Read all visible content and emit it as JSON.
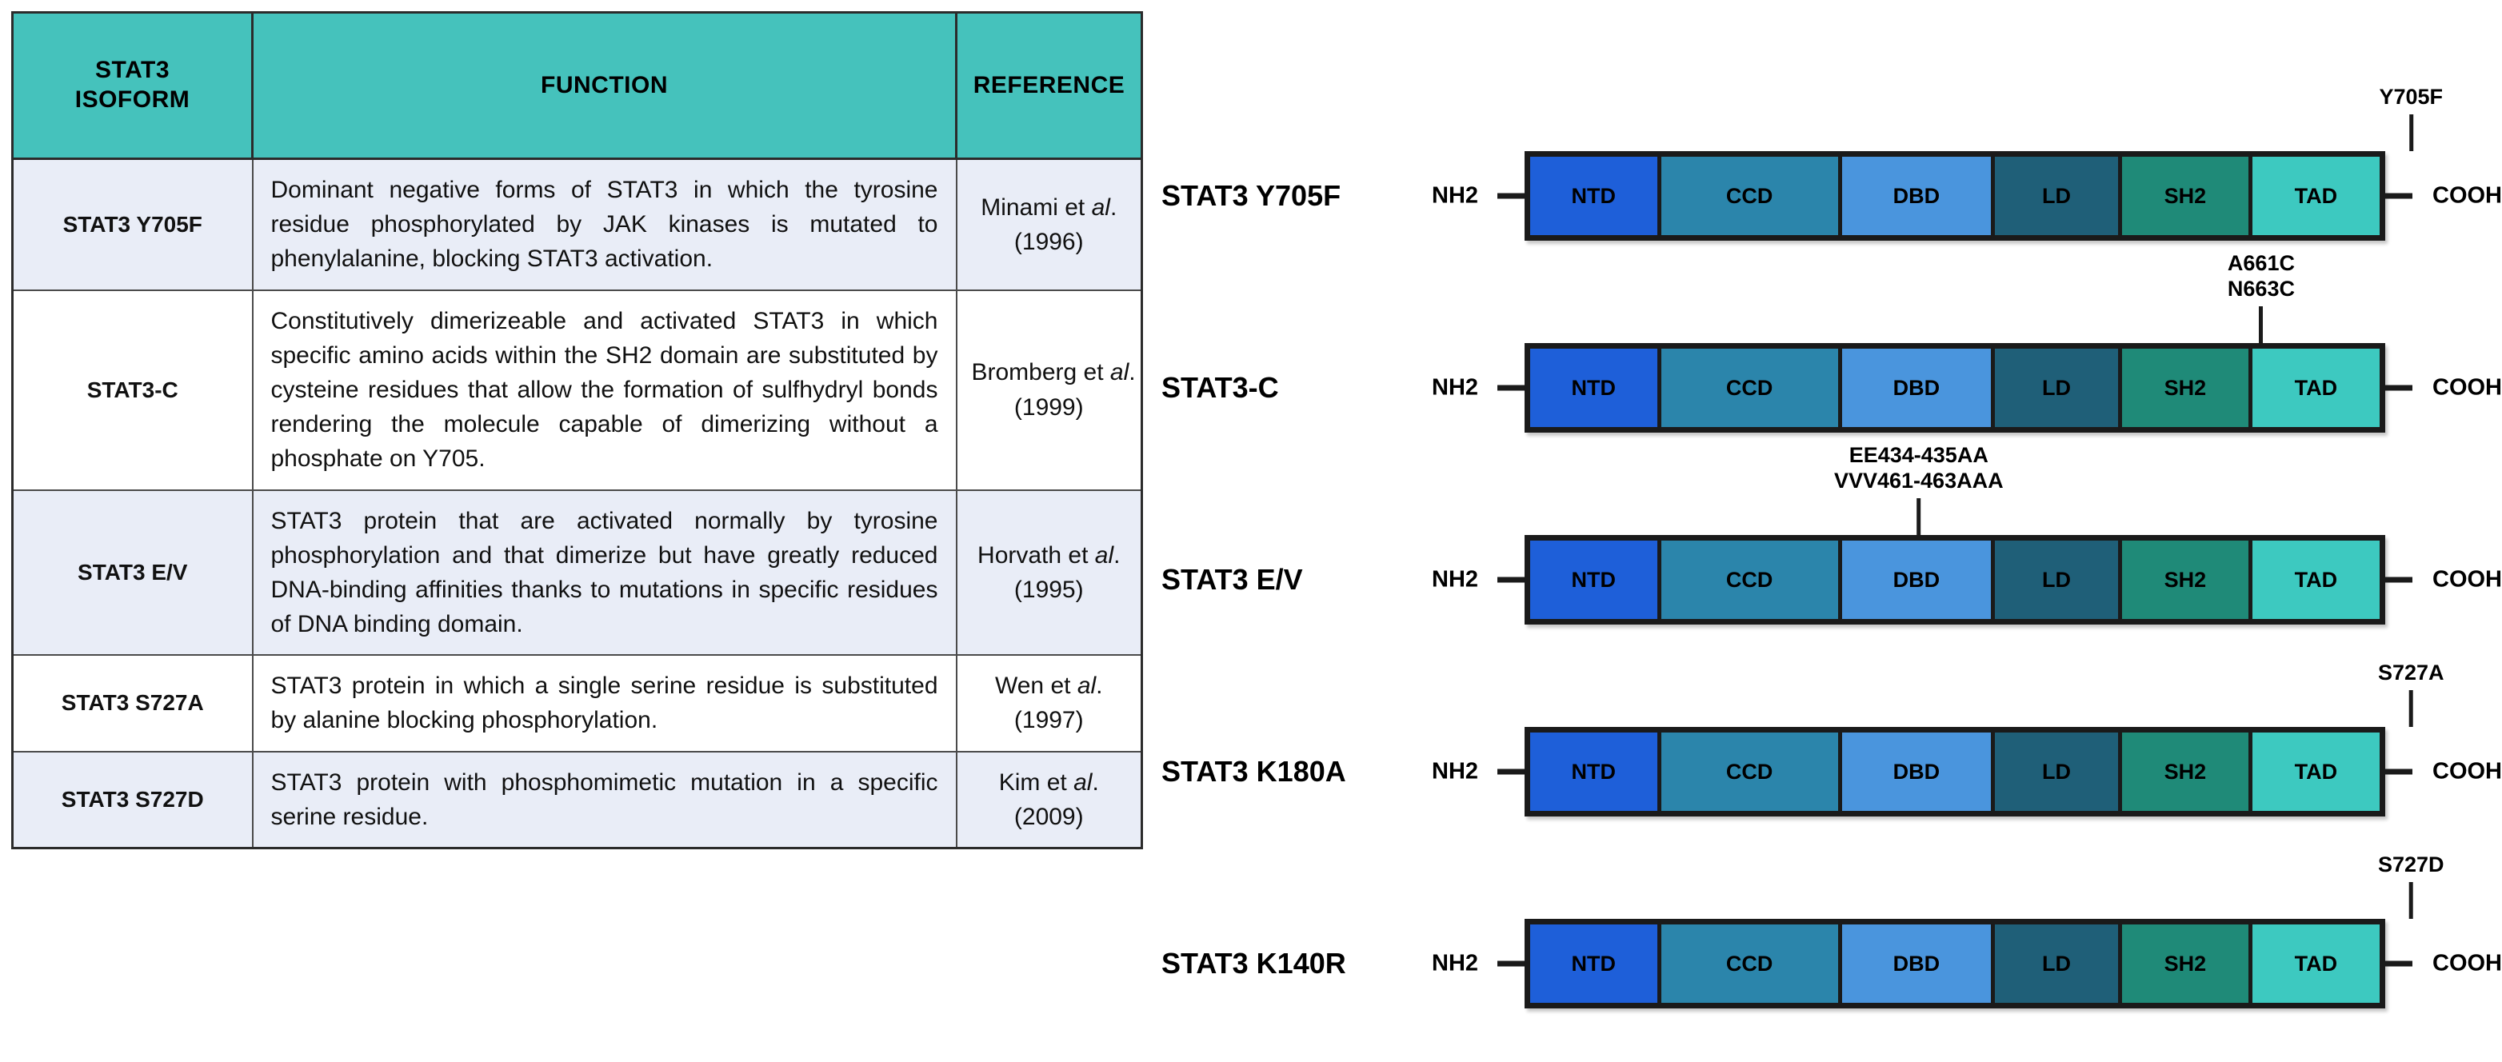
{
  "table": {
    "headers": {
      "isoform": "STAT3\nISOFORM",
      "isoform_line1": "STAT3",
      "isoform_line2": "ISOFORM",
      "function": "FUNCTION",
      "reference": "REFERENCE"
    },
    "rows": [
      {
        "isoform": "STAT3 Y705F",
        "function": "Dominant negative forms of STAT3 in which the tyrosine residue phosphorylated by JAK kinases is mutated to phenylalanine, blocking STAT3 activation.",
        "reference_author": "Minami et ",
        "reference_etal": "al",
        "reference_suffix": ".",
        "reference_year": "(1996)"
      },
      {
        "isoform": "STAT3-C",
        "function": "Constitutively dimerizeable and activated STAT3 in which specific amino acids within the SH2 domain are substituted by cysteine residues that allow the formation of sulfhydryl bonds rendering the molecule capable of dimerizing without a phosphate on Y705.",
        "reference_author": "Bromberg et ",
        "reference_etal": "al",
        "reference_suffix": ".",
        "reference_year": "(1999)"
      },
      {
        "isoform": "STAT3 E/V",
        "function": "STAT3 protein that are activated normally by tyrosine phosphorylation and that dimerize but have greatly reduced DNA-binding affinities thanks to mutations in specific residues of DNA binding domain.",
        "reference_author": "Horvath et ",
        "reference_etal": "al",
        "reference_suffix": ".",
        "reference_year": "(1995)"
      },
      {
        "isoform": "STAT3 S727A",
        "function": "STAT3 protein in which a single serine residue is substituted by alanine blocking phosphorylation.",
        "reference_author": "Wen et ",
        "reference_etal": "al",
        "reference_suffix": ".",
        "reference_year": "(1997)"
      },
      {
        "isoform": "STAT3 S727D",
        "function": "STAT3 protein with phosphomimetic mutation in a specific serine residue.",
        "reference_author": "Kim et ",
        "reference_etal": "al",
        "reference_suffix": ".",
        "reference_year": "(2009)"
      }
    ]
  },
  "diagrams": {
    "n_terminus_label": "NH2",
    "c_terminus_label": "COOH",
    "domains": [
      {
        "name": "NTD",
        "color": "#1e5fd9",
        "width_pct": 15.4
      },
      {
        "name": "CCD",
        "color": "#2b85ab",
        "width_pct": 21.3
      },
      {
        "name": "DBD",
        "color": "#4a95dd",
        "width_pct": 18.0
      },
      {
        "name": "LD",
        "color": "#1f5f78",
        "width_pct": 15.0
      },
      {
        "name": "SH2",
        "color": "#1f8a78",
        "width_pct": 15.3
      },
      {
        "name": "TAD",
        "color": "#3dc9c0",
        "width_pct": 15.0
      }
    ],
    "rows": [
      {
        "isoform": "STAT3 Y705F",
        "mutation_lines": [
          "Y705F"
        ],
        "mutation_domain": "TAD",
        "mutation_pos_pct": 91.5
      },
      {
        "isoform": "STAT3-C",
        "mutation_lines": [
          "A661C",
          "N663C"
        ],
        "mutation_domain": "SH2",
        "mutation_pos_pct": 77.5
      },
      {
        "isoform": "STAT3 E/V",
        "mutation_lines": [
          "EE434-435AA",
          "VVV461-463AAA"
        ],
        "mutation_domain": "DBD",
        "mutation_pos_pct": 45.5
      },
      {
        "isoform": "STAT3 K180A",
        "mutation_lines": [
          "S727A"
        ],
        "mutation_domain": "TAD",
        "mutation_pos_pct": 91.5
      },
      {
        "isoform": "STAT3 K140R",
        "mutation_lines": [
          "S727D"
        ],
        "mutation_domain": "TAD",
        "mutation_pos_pct": 91.5
      }
    ]
  },
  "colors": {
    "header_teal": "#45c2bc",
    "row_shade": "#e9edf7",
    "outline": "#1a1a1a",
    "grid": "#4a4a4a"
  }
}
